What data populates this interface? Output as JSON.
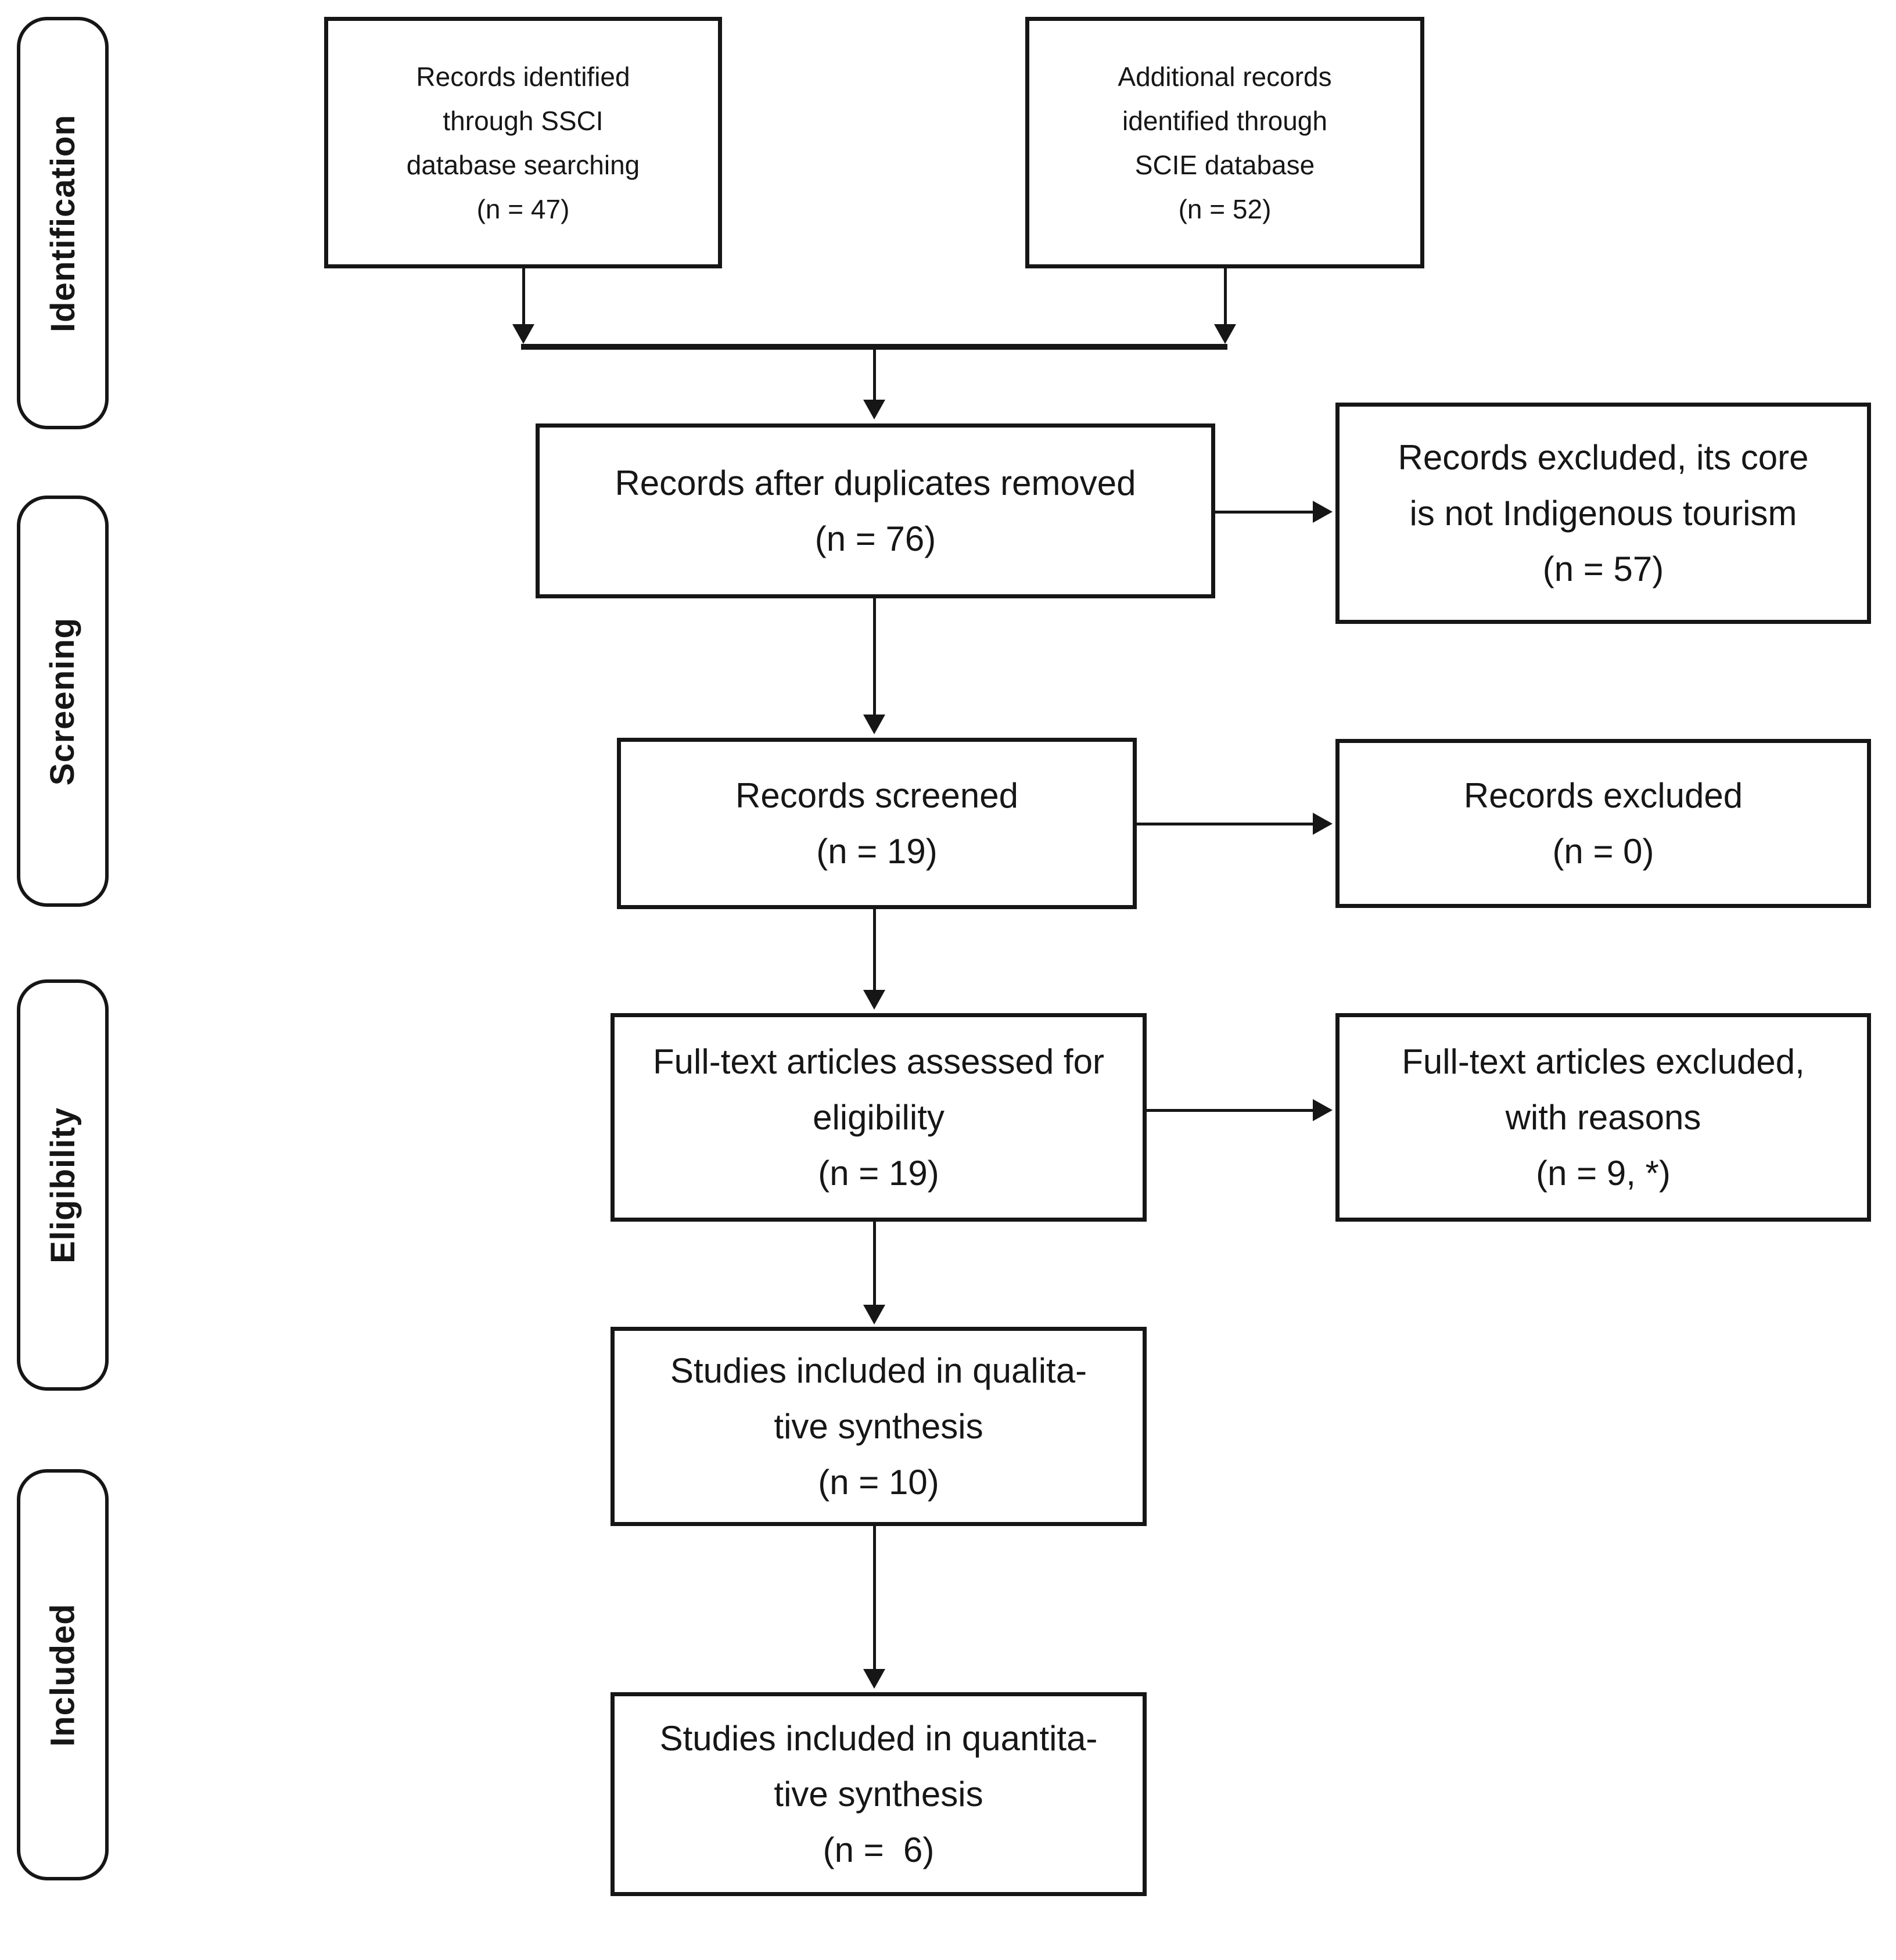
{
  "figure": {
    "type": "prisma-flow-diagram",
    "colors": {
      "line": "#161616",
      "background": "#ffffff",
      "text": "#161616"
    }
  },
  "stage_labels": {
    "identification": "Identification",
    "screening": "Screening",
    "eligibility": "Eligibility",
    "included": "Included"
  },
  "boxes": {
    "ssci": {
      "lines": [
        "Records identified",
        "through SSCI",
        "database searching",
        "(n = 47)"
      ],
      "n": 47
    },
    "scie": {
      "lines": [
        "Additional records",
        "identified through",
        "SCIE database",
        "(n = 52)"
      ],
      "n": 52
    },
    "duplicates_removed": {
      "lines": [
        "Records after duplicates removed",
        "(n = 76)"
      ],
      "n": 76
    },
    "excluded_not_indigenous": {
      "lines": [
        "Records excluded, its core",
        "is not Indigenous tourism",
        "(n = 57)"
      ],
      "n": 57
    },
    "screened": {
      "lines": [
        "Records screened",
        "(n = 19)"
      ],
      "n": 19
    },
    "excluded_screening": {
      "lines": [
        "Records excluded",
        "(n = 0)"
      ],
      "n": 0
    },
    "fulltext_assessed": {
      "lines": [
        "Full-text articles assessed for",
        "eligibility",
        "(n = 19)"
      ],
      "n": 19
    },
    "fulltext_excluded": {
      "lines": [
        "Full-text articles excluded,",
        "with reasons",
        "(n = 9, *)"
      ],
      "n": 9
    },
    "qualitative_synthesis": {
      "lines": [
        "Studies included in qualita-",
        "tive synthesis",
        "(n = 10)"
      ],
      "n": 10
    },
    "quantitative_synthesis": {
      "lines": [
        "Studies included in quantita-",
        "tive synthesis",
        "(n =  6)"
      ],
      "n": 6
    }
  }
}
